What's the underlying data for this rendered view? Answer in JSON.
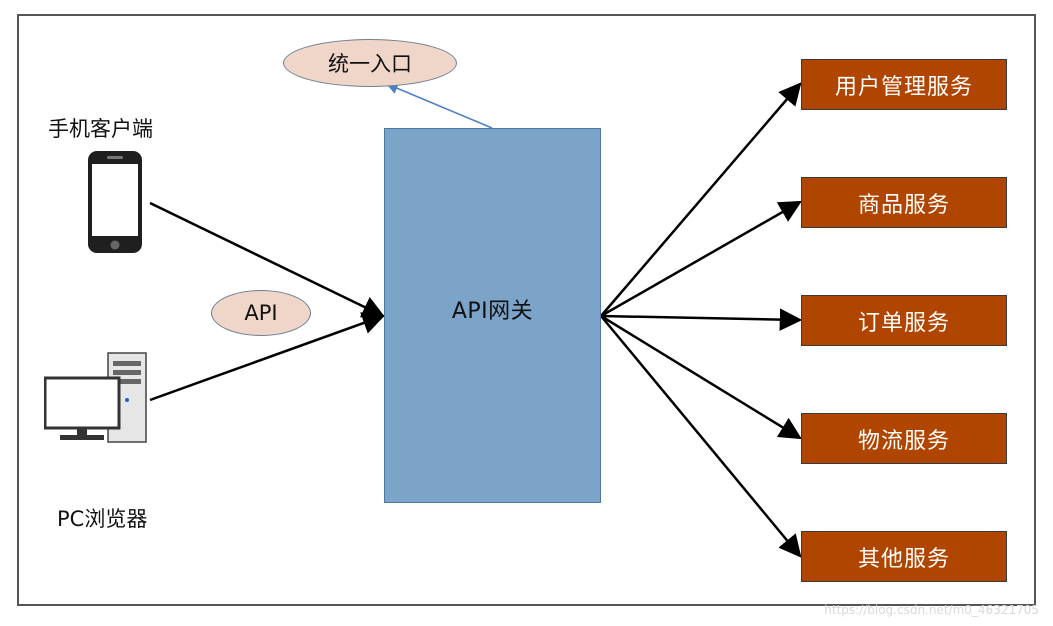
{
  "diagram": {
    "gateway_label": "API网关",
    "entry_label": "统一入口",
    "api_label": "API",
    "clients": {
      "mobile_label": "手机客户端",
      "pc_label": "PC浏览器"
    },
    "services": [
      "用户管理服务",
      "商品服务",
      "订单服务",
      "物流服务",
      "其他服务"
    ],
    "colors": {
      "gateway_fill": "#7ca3c8",
      "service_fill": "#b04500",
      "ellipse_fill": "#f0d6c9",
      "connector_blue": "#4a80c4"
    },
    "icons": [
      "mobile-phone-icon",
      "desktop-computer-icon"
    ]
  },
  "watermark": "https://blog.csdn.net/m0_46321705"
}
